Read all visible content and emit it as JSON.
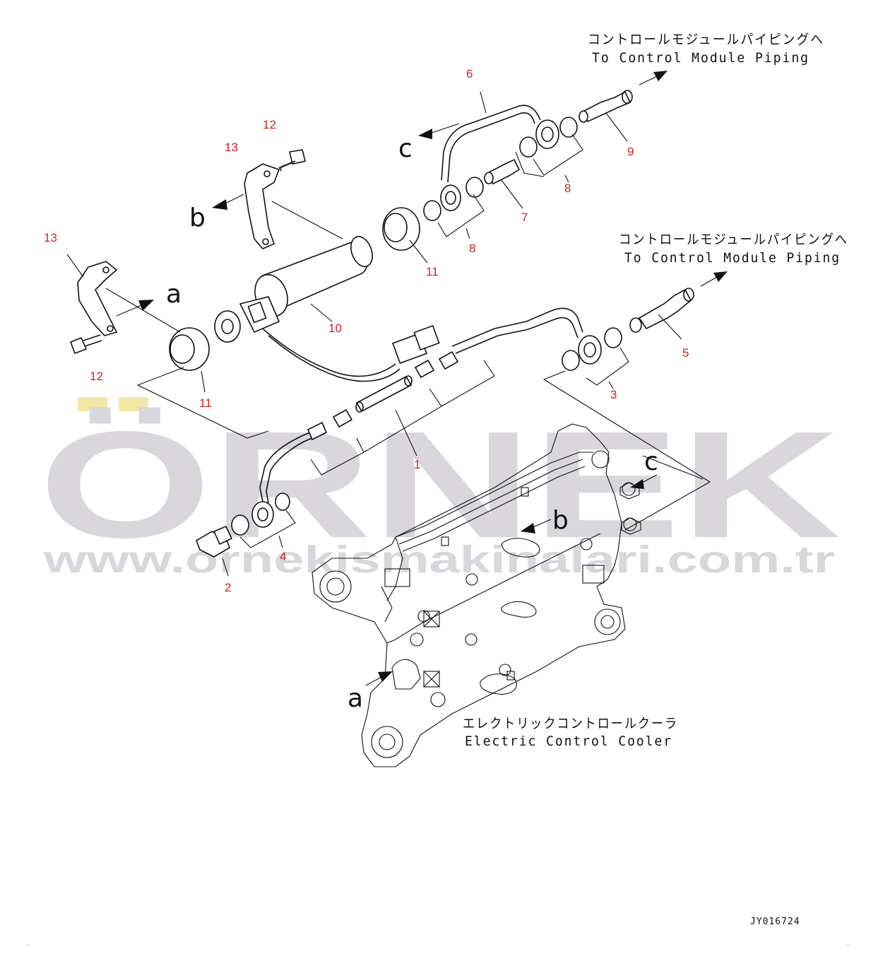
{
  "drawing_id": "JY016724",
  "watermark": {
    "brand": "ÖRNEK",
    "url": "www.ornekismakinalari.com.tr",
    "color": "#d9d6dc",
    "accent": "#f3e7a6"
  },
  "destinations": {
    "top": {
      "jp": "コントロールモジュールパイピングへ",
      "en": "To Control Module Piping"
    },
    "right": {
      "jp": "コントロールモジュールパイピングへ",
      "en": "To Control Module Piping"
    },
    "cooler": {
      "jp": "エレクトリックコントロールクーラ",
      "en": "Electric Control Cooler"
    }
  },
  "view_letters": {
    "a": "a",
    "b": "b",
    "c": "c"
  },
  "part_numbers": {
    "p1": "1",
    "p2": "2",
    "p3": "3",
    "p4": "4",
    "p5": "5",
    "p6": "6",
    "p7": "7",
    "p8a": "8",
    "p8b": "8",
    "p9": "9",
    "p10": "10",
    "p11a": "11",
    "p11b": "11",
    "p12a": "12",
    "p12b": "12",
    "p13a": "13",
    "p13b": "13"
  },
  "colors": {
    "part_number": "#cc2020",
    "line": "#111111"
  }
}
